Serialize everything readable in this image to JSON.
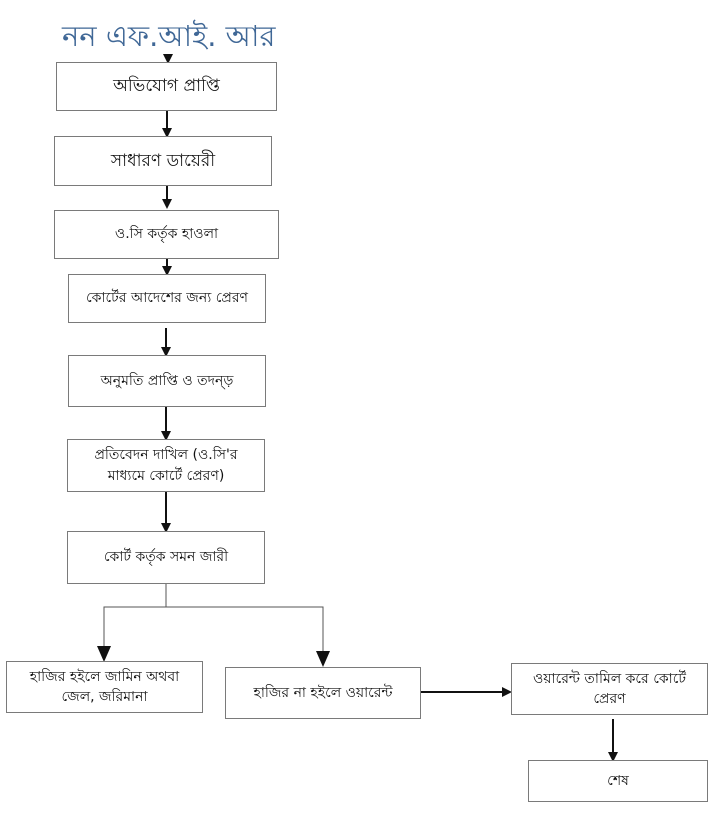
{
  "title": "নন এফ.আই. আর",
  "colors": {
    "title": "#3f6796",
    "border": "#7a7a7a",
    "line": "#111111"
  },
  "steps": [
    {
      "id": "complaint",
      "label": "অভিযোগ প্রাপ্তি"
    },
    {
      "id": "general-diary",
      "label": "সাধারণ ডায়েরী"
    },
    {
      "id": "oc-handover",
      "label": "ও.সি কর্তৃক হাওলা"
    },
    {
      "id": "court-order-request",
      "label": "কোর্টের আদেশের জন্য প্রেরণ"
    },
    {
      "id": "permission-investigation",
      "label": "অনুমতি প্রাপ্তি ও তদন্ড়"
    },
    {
      "id": "report-submission",
      "label": "প্রতিবেদন দাখিল (ও.সি'র মাধ্যমে কোর্টে প্রেরণ)"
    },
    {
      "id": "summons",
      "label": "কোর্ট কর্তৃক সমন জারী"
    },
    {
      "id": "present-bail",
      "label": "হাজির হইলে জামিন অথবা জেল, জরিমানা"
    },
    {
      "id": "absent-warrant",
      "label": "হাজির না হইলে ওয়ারেন্ট"
    },
    {
      "id": "warrant-executed",
      "label": "ওয়ারেন্ট তামিল করে কোর্টে প্রেরণ"
    },
    {
      "id": "end",
      "label": "শেষ"
    }
  ]
}
